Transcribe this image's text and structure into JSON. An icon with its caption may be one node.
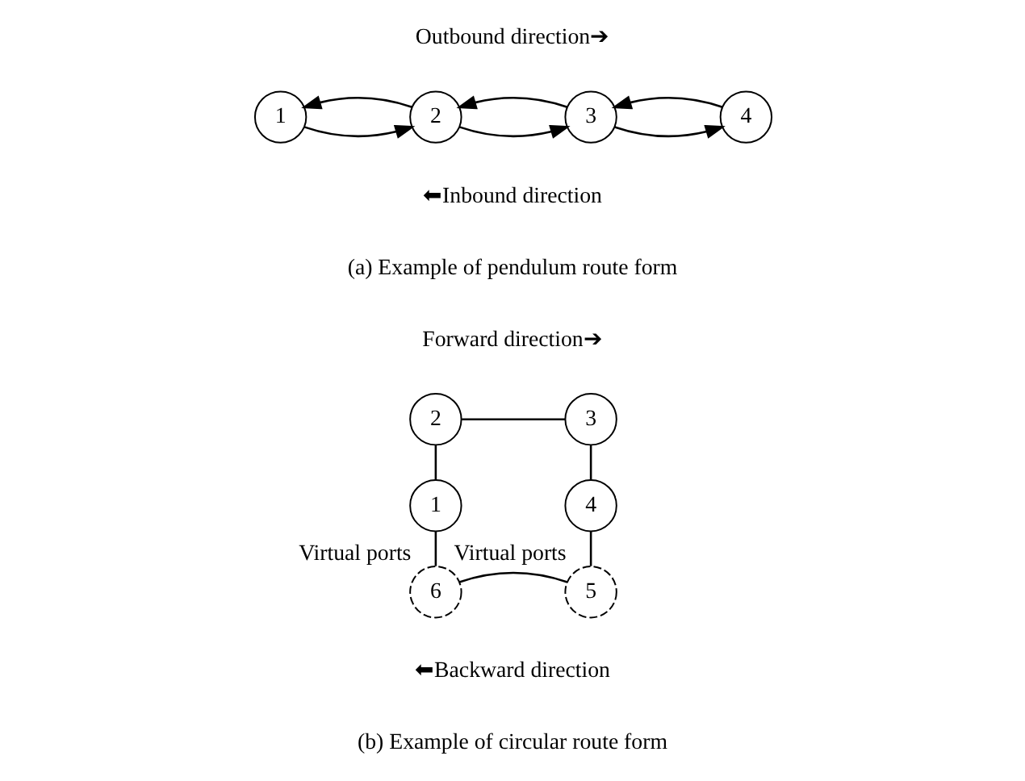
{
  "diagram": {
    "nodes": [
      {
        "text": [
          "1"
        ]
      },
      {
        "text": [
          "2"
        ]
      },
      {
        "text": [
          "3"
        ]
      },
      {
        "text": [
          "4"
        ]
      },
      {
        "text": [
          "2"
        ]
      },
      {
        "text": [
          "3"
        ]
      },
      {
        "text": [
          "1"
        ]
      },
      {
        "text": [
          "4"
        ]
      },
      {
        "text": [
          "6"
        ],
        "beside": [
          "Virtual ports"
        ]
      },
      {
        "text": [
          "5"
        ],
        "beside": [
          "Virtual ports"
        ]
      }
    ],
    "edges": [
      {
        "from": 0,
        "to": 1,
        "arrow": "to"
      },
      {
        "from": 1,
        "to": 0,
        "arrow": "to"
      },
      {
        "from": 1,
        "to": 2,
        "arrow": "to"
      },
      {
        "from": 2,
        "to": 1,
        "arrow": "to"
      },
      {
        "from": 2,
        "to": 3,
        "arrow": "to"
      },
      {
        "from": 3,
        "to": 2,
        "arrow": "to"
      },
      {
        "from": 6,
        "to": 4,
        "arrow": "none"
      },
      {
        "from": 4,
        "to": 5,
        "arrow": "none"
      },
      {
        "from": 5,
        "to": 7,
        "arrow": "none"
      },
      {
        "from": 7,
        "to": 9,
        "arrow": "none"
      },
      {
        "from": 9,
        "to": 8,
        "arrow": "none"
      },
      {
        "from": 8,
        "to": 6,
        "arrow": "none"
      }
    ],
    "labels": [
      "Outbound direction➔",
      "⬅Inbound direction",
      "(a) Example of pendulum route form",
      "Forward direction➔",
      "⬅Backward direction",
      "(b) Example of circular route form"
    ]
  }
}
